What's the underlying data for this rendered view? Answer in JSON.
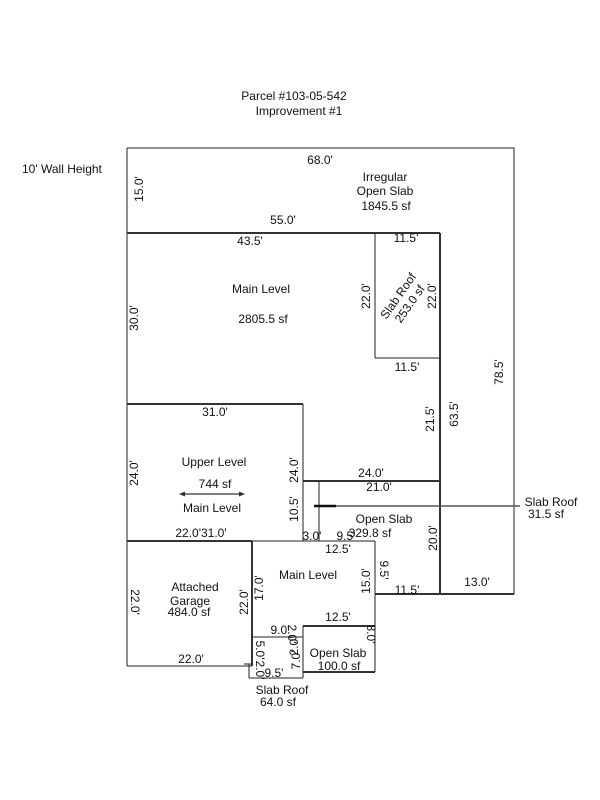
{
  "header": {
    "parcel": "Parcel #103-05-542",
    "improvement": "Improvement #1"
  },
  "wall_height": "10' Wall Height",
  "areas": {
    "irregular_open_slab": {
      "line1": "Irregular",
      "line2": "Open Slab",
      "area": "1845.5 sf"
    },
    "main_level": {
      "label": "Main Level",
      "area": "2805.5 sf"
    },
    "slab_roof_1": {
      "line1": "Slab Roof",
      "line2": "253.0 sf"
    },
    "upper_level": {
      "label": "Upper Level",
      "area": "744 sf",
      "sub": "Main Level"
    },
    "open_slab_1": {
      "label": "Open Slab",
      "area": "329.8 sf"
    },
    "slab_roof_2": {
      "label": "Slab Roof",
      "area": "31.5 sf"
    },
    "attached_garage": {
      "line1": "Attached",
      "line2": "Garage",
      "area": "484.0 sf"
    },
    "main_level_2": {
      "label": "Main Level"
    },
    "open_slab_2": {
      "label": "Open Slab",
      "area": "100.0 sf"
    },
    "slab_roof_3": {
      "label": "Slab Roof",
      "area": "64.0 sf"
    }
  },
  "dims": {
    "d68": "68.0'",
    "d15a": "15.0'",
    "d55": "55.0'",
    "d43_5": "43.5'",
    "d11_5a": "11.5'",
    "d22a": "22.0'",
    "d22b": "22.0'",
    "d11_5b": "11.5'",
    "d30": "30.0'",
    "d78_5": "78.5'",
    "d63_5": "63.5'",
    "d21_5": "21.5'",
    "d31a": "31.0'",
    "d24a": "24.0'",
    "d24b": "24.0'",
    "d10_5": "10.5'",
    "d22_31": "22.0'31.0'",
    "d24c": "24.0'",
    "d21": "21.0'",
    "d3": "3.0'",
    "d9_5a": "9.5'",
    "d20": "20.0'",
    "d12_5a": "12.5'",
    "d9_5b": "9.5'",
    "d15b": "15.0'",
    "d11_5c": "11.5'",
    "d13": "13.0'",
    "d22c": "22.0'",
    "d22d": "22.0'",
    "d17": "17.0'",
    "d12_5b": "12.5'",
    "d9": "9.0'",
    "d2a": "2.0'",
    "d8": "8.0'",
    "d5": "5.0'",
    "d2b": "2.0'",
    "d7": "7.0'",
    "d2c": "2.0'",
    "d9_5c": "9.5'",
    "d22e": "22.0'"
  }
}
